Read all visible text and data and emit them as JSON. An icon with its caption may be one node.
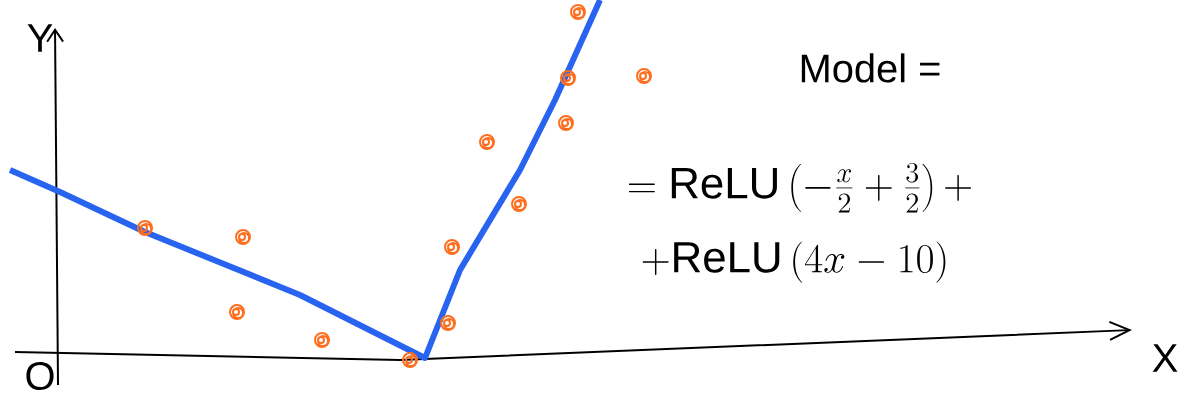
{
  "diagram": {
    "labels": [
      "Y",
      "O",
      "X",
      "Model =",
      "= \\mathrm{ReLU}\\left(-\\frac{x}{2}+\\frac{3}{2}\\right) +",
      "+ \\mathrm{ReLU}\\left(4x-10\\right)"
    ]
  }
}
